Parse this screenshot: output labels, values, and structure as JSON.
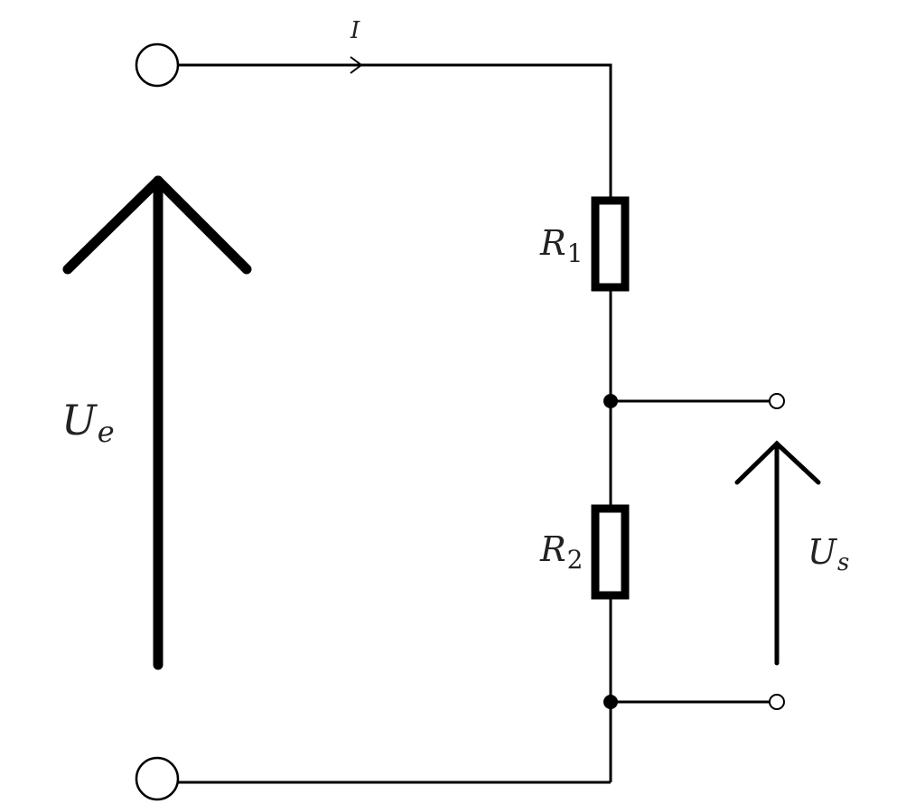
{
  "labels": {
    "current": "I",
    "input_voltage": {
      "symbol": "U",
      "subscript": "e"
    },
    "output_voltage": {
      "symbol": "U",
      "subscript": "s"
    },
    "r1": {
      "symbol": "R",
      "subscript": "1"
    },
    "r2": {
      "symbol": "R",
      "subscript": "2"
    }
  }
}
